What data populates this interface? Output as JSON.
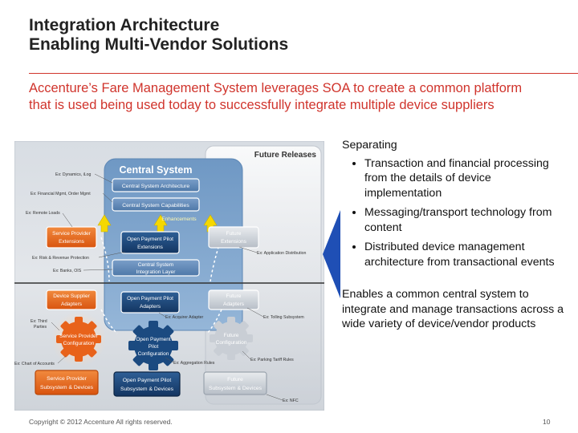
{
  "header": {
    "title_line1": "Integration Architecture",
    "title_line2": "Enabling Multi-Vendor Solutions",
    "subtitle": "Accenture’s Fare Management System leverages SOA to create a common platform that is used being used today to successfully integrate multiple device suppliers"
  },
  "diagram": {
    "future_releases": "Future Releases",
    "central_system": "Central System",
    "central_arch": "Central System Architecture",
    "central_cap": "Central System Capabilities",
    "enhancements": "Enhancements",
    "integration_layer": [
      "Central System",
      "Integration Layer"
    ],
    "sp_extensions": [
      "Service Provider",
      "Extensions"
    ],
    "opp_extensions": [
      "Open Payment Pilot",
      "Extensions"
    ],
    "future_extensions": [
      "Future",
      "Extensions"
    ],
    "device_adapters": [
      "Device Supplier",
      "Adapters"
    ],
    "opp_adapters": [
      "Open Payment Pilot",
      "Adapters"
    ],
    "future_adapters": [
      "Future",
      "Adapters"
    ],
    "sp_config": [
      "Service Provider",
      "Configuration"
    ],
    "opp_config": [
      "Open Payment",
      "Pilot",
      "Configuration"
    ],
    "future_config": [
      "Future",
      "Configuration"
    ],
    "sp_subsystem": [
      "Service Provider",
      "Subsystem & Devices"
    ],
    "opp_subsystem": [
      "Open Payment Pilot",
      "Subsystem & Devices"
    ],
    "future_subsystem": [
      "Future",
      "Subsystem & Devices"
    ],
    "ex_dynamics": "Ex: Dynamics, iLog",
    "ex_financial": "Ex: Financial Mgmt, Order Mgmt",
    "ex_remote": "Ex: Remote Loads",
    "ex_risk": "Ex: Risk & Revenue  Protection",
    "ex_banks": "Ex: Banks, OIS",
    "ex_app_dist": "Ex: Application Distribution",
    "ex_acquirer": "Ex: Acquirer Adapter",
    "ex_tolling": "Ex: Tolling Subsystem",
    "ex_third": [
      "Ex: Third",
      "Parties"
    ],
    "ex_chart": "Ex: Chart  of Accounts",
    "ex_aggregation": "Ex: Aggregation  Rules",
    "ex_parking": "Ex: Parking Tariff  Rules",
    "ex_nfc": "Ex: NFC"
  },
  "panel": {
    "heading": "Separating",
    "bullets": [
      "Transaction and financial processing from the details of device implementation",
      "Messaging/transport technology from content",
      "Distributed device management architecture from transactional events"
    ],
    "summary": "Enables a common central system to integrate and manage transactions across a wide variety of device/vendor products"
  },
  "footer": {
    "copyright": "Copyright © 2012 Accenture  All rights reserved.",
    "page": "10"
  },
  "colors": {
    "accent_red": "#d0342c",
    "orange": "#e8621a",
    "navy": "#1b3f6e",
    "pointer_blue": "#1f4fb5"
  }
}
